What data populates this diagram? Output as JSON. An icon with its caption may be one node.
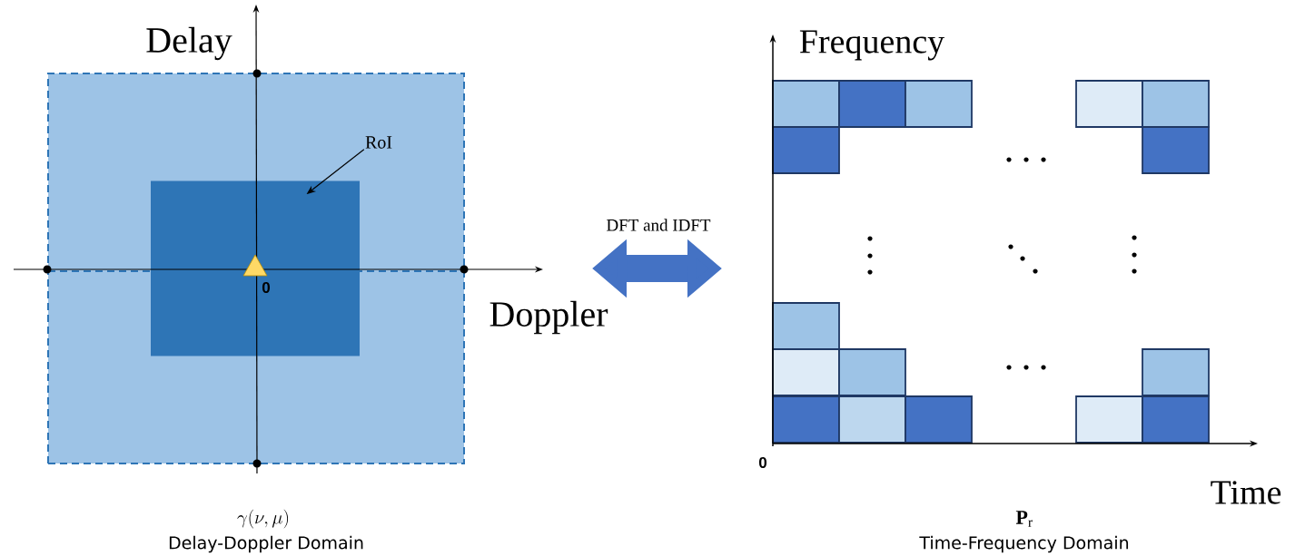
{
  "diagram": {
    "nodes": [
      {
        "text": [],
        "shape": "box",
        "beside": [
          "\\gamma(\\nu,\\mu)",
          "Delay-Doppler Domain"
        ]
      },
      {
        "text": [],
        "shape": "box",
        "in": 0
      },
      {
        "text": [
          "RoI"
        ],
        "in": 0
      },
      {
        "text": [],
        "shape": "grid",
        "beside": [
          "\\mathbf{P}_{\\mathrm{r}}",
          "Time-Frequency Domain"
        ]
      }
    ],
    "edges": [
      {
        "from": 0,
        "to": 3,
        "arrow": "both",
        "label": "DFT and IDFT",
        "style": "thick",
        "color": "#4472c4"
      },
      {
        "from": 2,
        "to": 1,
        "arrow": "to",
        "color": "#000000"
      }
    ],
    "labels": [
      "Delay",
      "0",
      "Doppler",
      "Frequency",
      "0",
      "Time"
    ]
  }
}
